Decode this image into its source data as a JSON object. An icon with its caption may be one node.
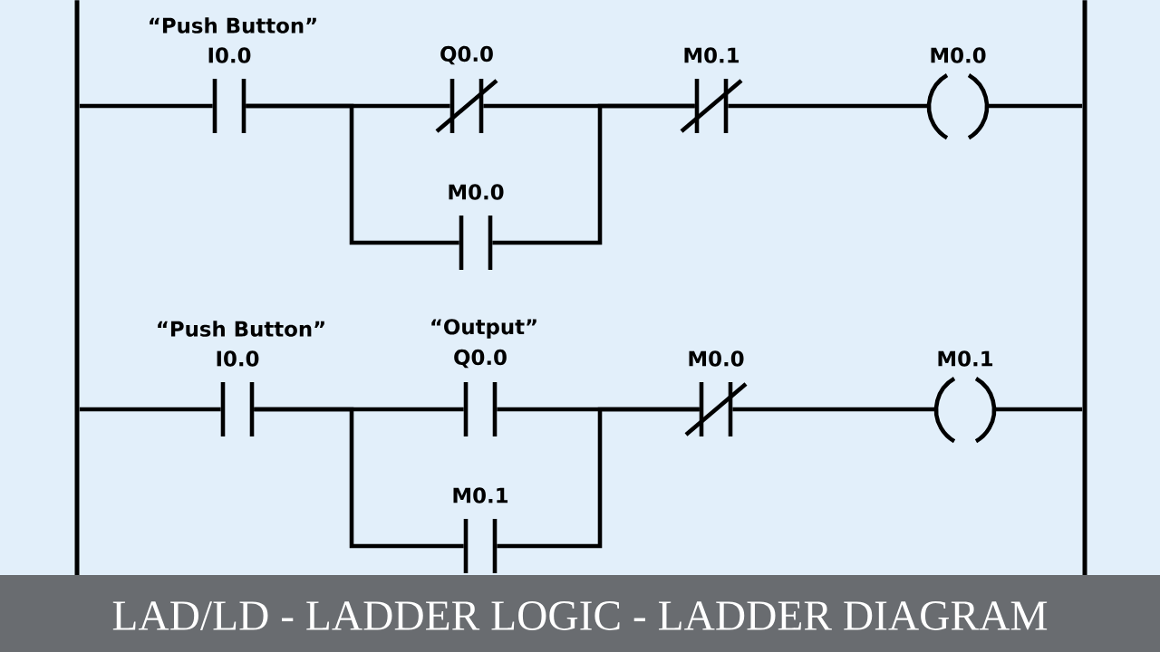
{
  "diagram": {
    "title": "LAD/LD - LADDER LOGIC - LADDER DIAGRAM",
    "nodes": [
      {
        "text": [],
        "shape": "bar"
      },
      {
        "text": [],
        "shape": "bar"
      },
      {
        "text": [
          "“Push Button”",
          "I0.0"
        ]
      },
      {
        "text": [
          "Q0.0"
        ]
      },
      {
        "text": [
          "M0.0"
        ]
      },
      {
        "text": [
          "M0.1"
        ]
      },
      {
        "text": [
          "M0.0"
        ]
      },
      {
        "text": [
          "“Push Button”",
          "I0.0"
        ]
      },
      {
        "text": [
          "“Output”",
          "Q0.0"
        ]
      },
      {
        "text": [
          "M0.1"
        ]
      },
      {
        "text": [
          "M0.0"
        ]
      },
      {
        "text": [
          "M0.1"
        ]
      }
    ],
    "edges": [
      {
        "from": 0,
        "to": 2,
        "arrow": "none"
      },
      {
        "from": 2,
        "to": 3,
        "arrow": "none"
      },
      {
        "from": 2,
        "to": 4,
        "arrow": "none"
      },
      {
        "from": 3,
        "to": 5,
        "arrow": "none"
      },
      {
        "from": 4,
        "to": 5,
        "arrow": "none"
      },
      {
        "from": 5,
        "to": 6,
        "arrow": "none"
      },
      {
        "from": 6,
        "to": 1,
        "arrow": "none"
      },
      {
        "from": 0,
        "to": 7,
        "arrow": "none"
      },
      {
        "from": 7,
        "to": 8,
        "arrow": "none"
      },
      {
        "from": 7,
        "to": 9,
        "arrow": "none"
      },
      {
        "from": 8,
        "to": 10,
        "arrow": "none"
      },
      {
        "from": 9,
        "to": 10,
        "arrow": "none"
      },
      {
        "from": 10,
        "to": 11,
        "arrow": "none"
      },
      {
        "from": 11,
        "to": 1,
        "arrow": "none"
      }
    ]
  }
}
